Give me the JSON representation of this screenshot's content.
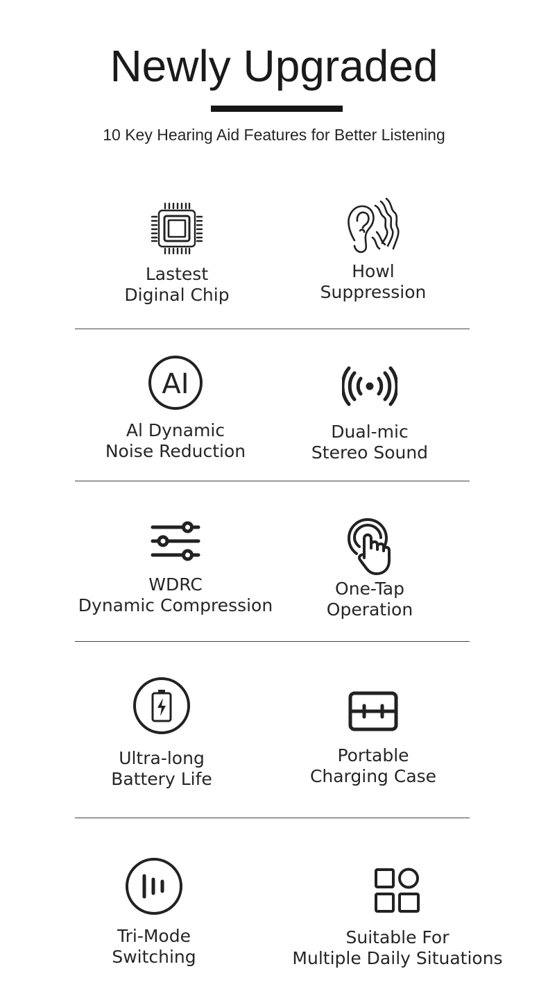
{
  "header": {
    "title": "Newly Upgraded",
    "subtitle": "10 Key Hearing Aid Features for Better Listening"
  },
  "features": [
    {
      "icon": "chip-icon",
      "line1": "Lastest",
      "line2": "Diginal Chip"
    },
    {
      "icon": "ear-sound-icon",
      "line1": "Howl",
      "line2": "Suppression"
    },
    {
      "icon": "ai-icon",
      "icon_text": "AI",
      "line1": "Al Dynamic",
      "line2": "Noise Reduction"
    },
    {
      "icon": "broadcast-icon",
      "line1": "Dual-mic",
      "line2": "Stereo Sound"
    },
    {
      "icon": "sliders-icon",
      "line1": "WDRC",
      "line2": "Dynamic Compression"
    },
    {
      "icon": "tap-icon",
      "line1": "One-Tap",
      "line2": "Operation"
    },
    {
      "icon": "battery-icon",
      "line1": "Ultra-long",
      "line2": "Battery  Life"
    },
    {
      "icon": "charging-case-icon",
      "line1": "Portable",
      "line2": "Charging Case"
    },
    {
      "icon": "sound-bars-icon",
      "line1": "Tri-Mode",
      "line2": "Switching"
    },
    {
      "icon": "apps-grid-icon",
      "line1": "Suitable  For",
      "line2": "Multiple Daily Situations"
    }
  ]
}
